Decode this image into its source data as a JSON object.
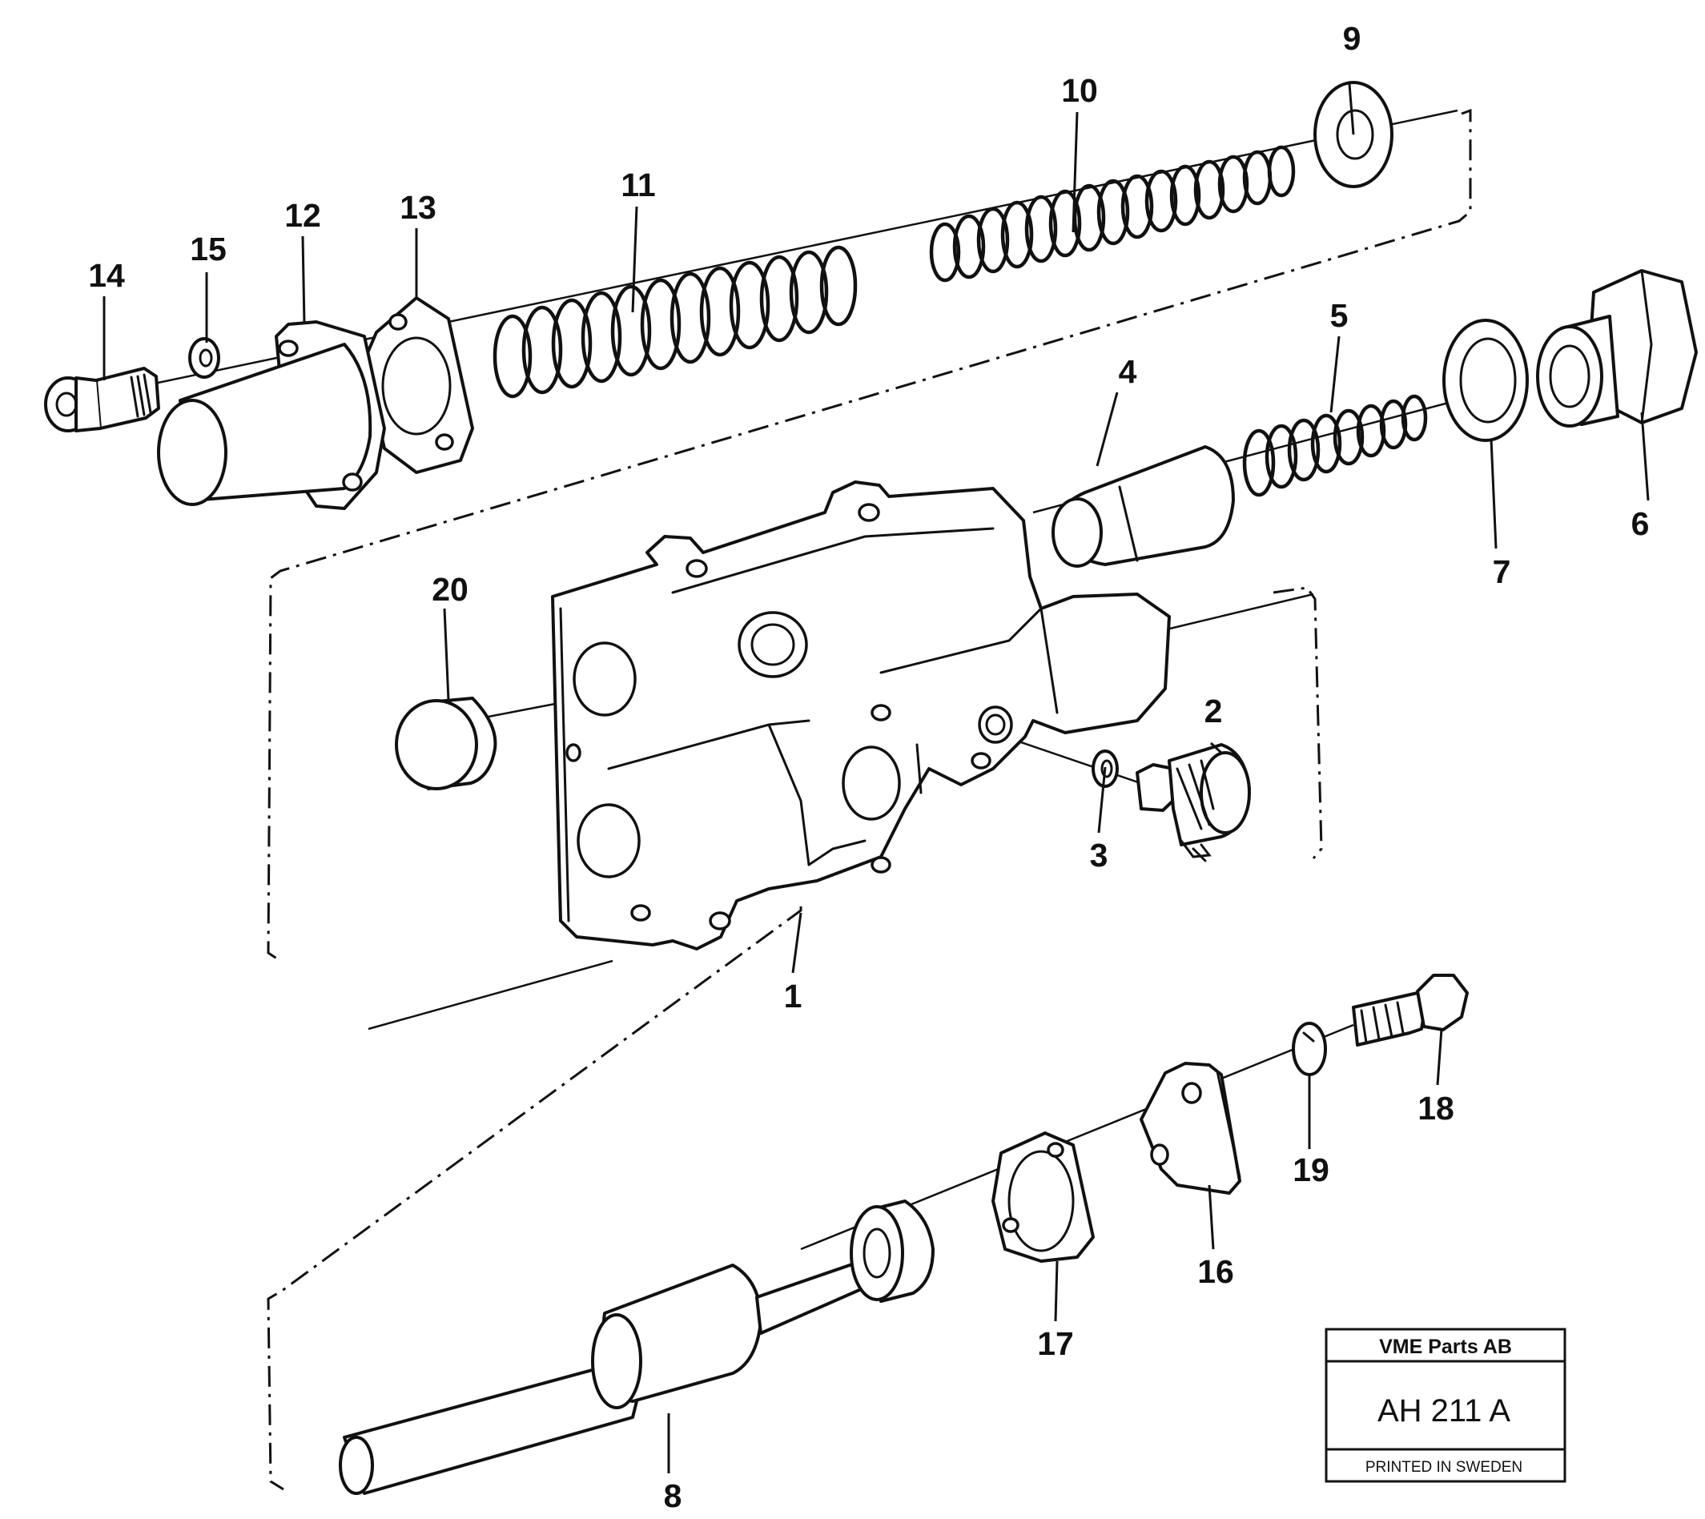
{
  "parts": {
    "p1": "1",
    "p2": "2",
    "p3": "3",
    "p4": "4",
    "p5": "5",
    "p6": "6",
    "p7": "7",
    "p8": "8",
    "p9": "9",
    "p10": "10",
    "p11": "11",
    "p12": "12",
    "p13": "13",
    "p14": "14",
    "p15": "15",
    "p16": "16",
    "p17": "17",
    "p18": "18",
    "p19": "19",
    "p20": "20"
  },
  "title_block": {
    "company": "VME Parts AB",
    "drawing_number": "AH 211  A",
    "footer": "PRINTED IN SWEDEN"
  }
}
